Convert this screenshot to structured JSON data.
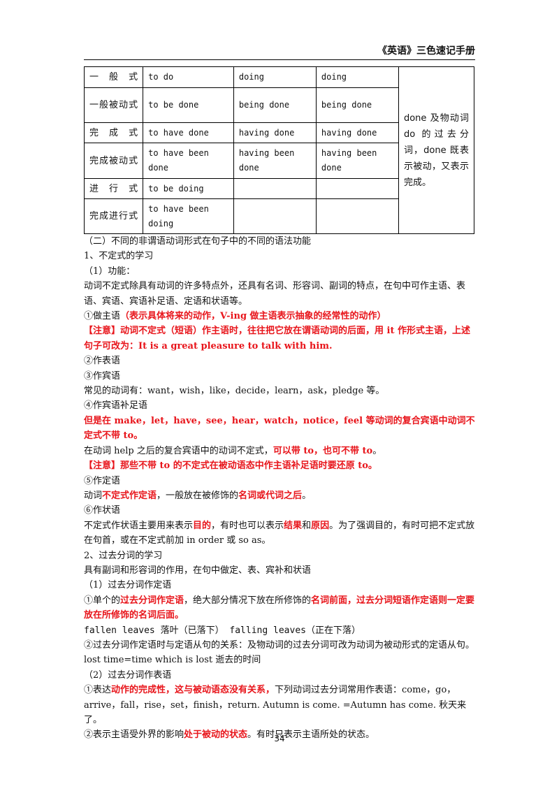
{
  "header": {
    "title": "《英语》三色速记手册"
  },
  "table": {
    "rows": [
      [
        "一般式",
        "to do",
        "doing",
        "doing"
      ],
      [
        "一般被动式",
        "to be done",
        "being done",
        "being done"
      ],
      [
        "完成式",
        "to have done",
        "having done",
        "having done"
      ],
      [
        "完成被动式",
        "to have been done",
        "having been done",
        "having been done"
      ],
      [
        "进行式",
        "to be doing",
        "",
        ""
      ],
      [
        "完成进行式",
        "to have been doing",
        "",
        ""
      ]
    ],
    "note": "done 及物动词 do 的过去分词，done 既表示被动，又表示完成。"
  },
  "content": {
    "l01": "（二）不同的非谓语动词形式在句子中的不同的语法功能",
    "l02": "1、不定式的学习",
    "l03": "（1）功能：",
    "l04": "动词不定式除具有动词的许多特点外，还具有名词、形容词、副词的特点，在句中可作主语、表语、宾语、宾语补足语、定语和状语等。",
    "l05a": "①做主语",
    "l05b": "（表示具体将来的动作，V-ing 做主语表示抽象的经常性的动作）",
    "l06": "【注意】动词不定式（短语）作主语时，往往把它放在谓语动词的后面，用 it 作形式主语，上述句子可改为：It is a great pleasure to talk with him.",
    "l07": "②作表语",
    "l08": "③作宾语",
    "l09": "常见的动词有：want，wish，like，decide，learn，ask，pledge 等。",
    "l10": "④作宾语补足语",
    "l11": "但是在 make，let，have，see，hear，watch，notice，feel 等动词的复合宾语中动词不定式不带 to。",
    "l12a": "在动词 help 之后的复合宾语中的动词不定式，",
    "l12b": "可以带 to，也可不带 to",
    "l12c": "。",
    "l13": "【注意】那些不带 to 的不定式在被动语态中作主语补足语时要还原 to。",
    "l14": "⑤作定语",
    "l15a": "动词",
    "l15b": "不定式作定语",
    "l15c": "，一般放在被修饰的",
    "l15d": "名词或代词之后",
    "l15e": "。",
    "l16": "⑥作状语",
    "l17a": "不定式作状语主要用来表示",
    "l17b": "目的",
    "l17c": "，有时也可以表示",
    "l17d": "结果",
    "l17e": "和",
    "l17f": "原因",
    "l17g": "。为了强调目的，有时可把不定式放在句首，或在不定式前加 in order 或 so as。",
    "l18": "2、过去分词的学习",
    "l19": "具有副词和形容词的作用，在句中做定、表、宾补和状语",
    "l20": "（1）过去分词作定语",
    "l21a": "①单个的",
    "l21b": "过去分词作定语",
    "l21c": "，绝大部分情况下放在所修饰的",
    "l21d": "名词前面，过去分词短语作定语则一定要放在所修饰的名词后面。",
    "l22": "fallen leaves 落叶（已落下） falling leaves（正在下落）",
    "l23": "②过去分词作定语时与定语从句的关系：及物动词的过去分词可改为动词为被动形式的定语从句。lost time=time which is lost 逝去的时间",
    "l24": "（2）过去分词作表语",
    "l25a": "①表达",
    "l25b": "动作的完成性，这与被动语态没有关系，",
    "l25c": "下列动词过去分词常用作表语：come，go，arrive，fall，rise，set，finish，return. Autumn is come. =Autumn has come. 秋天来了。",
    "l26a": "②表示主语受外界的影响",
    "l26b": "处于被动的状态",
    "l26c": "。有时只表示主语所处的状态。"
  },
  "footer": {
    "page_number": "34"
  }
}
